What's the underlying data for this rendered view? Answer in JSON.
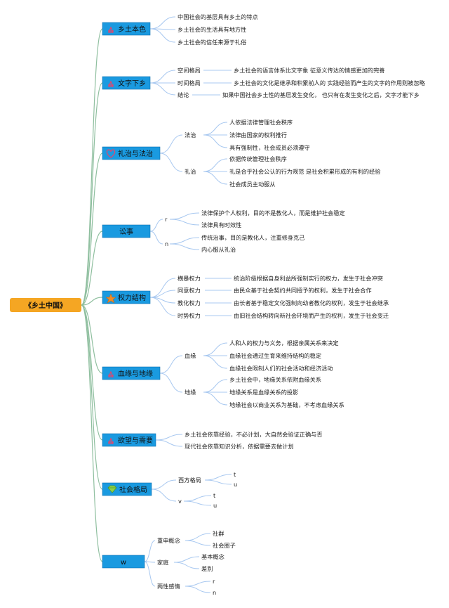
{
  "root": {
    "label": "《乡土中国》",
    "color": "#f5a623"
  },
  "topic_color": "#1a9ae0",
  "branch_color": "#8fbf9f",
  "leaf_line_color": "#a8c8f0",
  "topics": [
    {
      "label": "乡土本色",
      "icon": "flower-icon",
      "children": [
        {
          "label": "中国社会的基层具有乡土的特点"
        },
        {
          "label": "乡土社会的生活具有地方性"
        },
        {
          "label": "乡土社会的信任来源于礼俗"
        }
      ]
    },
    {
      "label": "文字下乡",
      "icon": "flower-icon",
      "children": [
        {
          "label": "空间格局",
          "children": [
            {
              "label": "乡土社会的语言体系比文字象 征意义传达的情感更加的完善"
            }
          ]
        },
        {
          "label": "时间格局",
          "children": [
            {
              "label": "乡土社会的文化是继承和积累前人的 实践经验而产生的文字的作用则被忽略"
            }
          ]
        },
        {
          "label": "结论",
          "children": [
            {
              "label": "如果中国社会乡土性的基层发生变化， 也只有在发生变化之后，文字才能下乡"
            }
          ]
        }
      ]
    },
    {
      "label": "礼治与法治",
      "icon": "heart-icon",
      "children": [
        {
          "label": "法治",
          "children": [
            {
              "label": "人依据法律管理社会秩序"
            },
            {
              "label": "法律由国家的权利推行"
            },
            {
              "label": "具有强制性，社会成员必须遵守"
            }
          ]
        },
        {
          "label": "礼治",
          "children": [
            {
              "label": "依据传统管理社会秩序"
            },
            {
              "label": "礼是合乎社会公认的行为规范 是社会积累形成的有利的经验"
            },
            {
              "label": "社会成员主动服从"
            }
          ]
        }
      ]
    },
    {
      "label": "讼事",
      "icon": "",
      "children": [
        {
          "label": "r",
          "children": [
            {
              "label": "法律保护个人权利，目的不是教化人，而是维护社会稳定"
            },
            {
              "label": "法律具有时效性"
            }
          ]
        },
        {
          "label": "n",
          "children": [
            {
              "label": "传统治事，目的是教化人，注重修身克己"
            },
            {
              "label": "内心服从礼治"
            }
          ]
        }
      ]
    },
    {
      "label": "权力结构",
      "icon": "star-icon",
      "children": [
        {
          "label": "横暴权力",
          "children": [
            {
              "label": "统治阶级根据自身利益所强制实行的权力，发生于社会冲突"
            }
          ]
        },
        {
          "label": "同意权力",
          "children": [
            {
              "label": "由民众基于社会契约共同授予的权利，发生于社会合作"
            }
          ]
        },
        {
          "label": "教化权力",
          "children": [
            {
              "label": "由长者基于稳定文化强制向幼者教化的权利，发生于社会继承"
            }
          ]
        },
        {
          "label": "时势权力",
          "children": [
            {
              "label": "由旧社会结构转向新社会环境而产生的权利，发生于社会变迁"
            }
          ]
        }
      ]
    },
    {
      "label": "血缘与地缘",
      "icon": "flower-icon",
      "children": [
        {
          "label": "血缘",
          "children": [
            {
              "label": "人和人的权力与义务，根据亲属关系来决定"
            },
            {
              "label": "血缘社会通过生育来维持结构的稳定"
            },
            {
              "label": "血缘社会限制人们的社会活动和经济活动"
            }
          ]
        },
        {
          "label": "地缘",
          "children": [
            {
              "label": "乡土社会中，地缘关系依附血缘关系"
            },
            {
              "label": "地缘关系是血缘关系的投影"
            },
            {
              "label": "地缘社会以商业关系为基础，不考虑血缘关系"
            }
          ]
        }
      ]
    },
    {
      "label": "欲望与需要",
      "icon": "flower-icon",
      "children": [
        {
          "label": "乡土社会依靠经验，不必计划，大自然会验证正确与否"
        },
        {
          "label": "现代社会依靠知识分析，依据需要去做计划"
        }
      ]
    },
    {
      "label": "社会格局",
      "icon": "gem-icon",
      "children": [
        {
          "label": "西方格局",
          "children": [
            {
              "label": "t"
            },
            {
              "label": "u"
            }
          ]
        },
        {
          "label": "v",
          "children": [
            {
              "label": "t"
            },
            {
              "label": "u"
            }
          ]
        }
      ]
    },
    {
      "label": "w",
      "icon": "",
      "children": [
        {
          "label": "重申概念",
          "children": [
            {
              "label": "社群"
            },
            {
              "label": "社会圈子"
            }
          ]
        },
        {
          "label": "家庭",
          "children": [
            {
              "label": "基本概念"
            },
            {
              "label": "差别"
            }
          ]
        },
        {
          "label": "两性感情",
          "children": [
            {
              "label": "r"
            },
            {
              "label": "n"
            }
          ]
        }
      ]
    }
  ]
}
